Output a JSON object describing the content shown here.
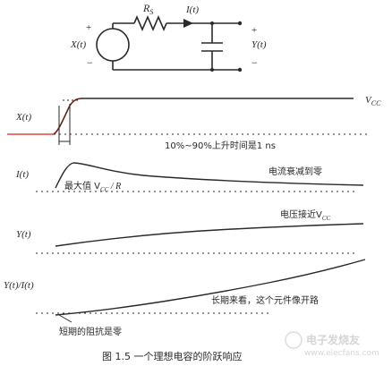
{
  "circuit": {
    "source_label": "X(t)",
    "resistor_label_main": "R",
    "resistor_label_sub": "S",
    "current_label": "I(t)",
    "output_label": "Y(t)",
    "plus": "+",
    "minus": "−"
  },
  "plots": {
    "x": {
      "label": "X(t)",
      "right_label_main": "V",
      "right_label_sub": "CC",
      "annotation": "10%~90%上升时间是1 ns"
    },
    "i": {
      "label": "I(t)",
      "peak_prefix": "最大值 V",
      "peak_sub": "CC",
      "peak_suffix": " / R",
      "decay_note": "电流衰减到零"
    },
    "y": {
      "label": "Y(t)",
      "approach_prefix": "电压接近V",
      "approach_sub": "CC"
    },
    "z": {
      "label": "Y(t)/I(t)",
      "long_term": "长期来看，这个元件像开路",
      "short_term": "短期的阻抗是零"
    }
  },
  "caption": "图 1.5    一个理想电容的阶跃响应",
  "watermark": {
    "line1": "电子发烧友",
    "line2": "www.elecfans.com"
  },
  "colors": {
    "ink": "#2a2a2a",
    "rise_highlight": "#d94a3a"
  }
}
